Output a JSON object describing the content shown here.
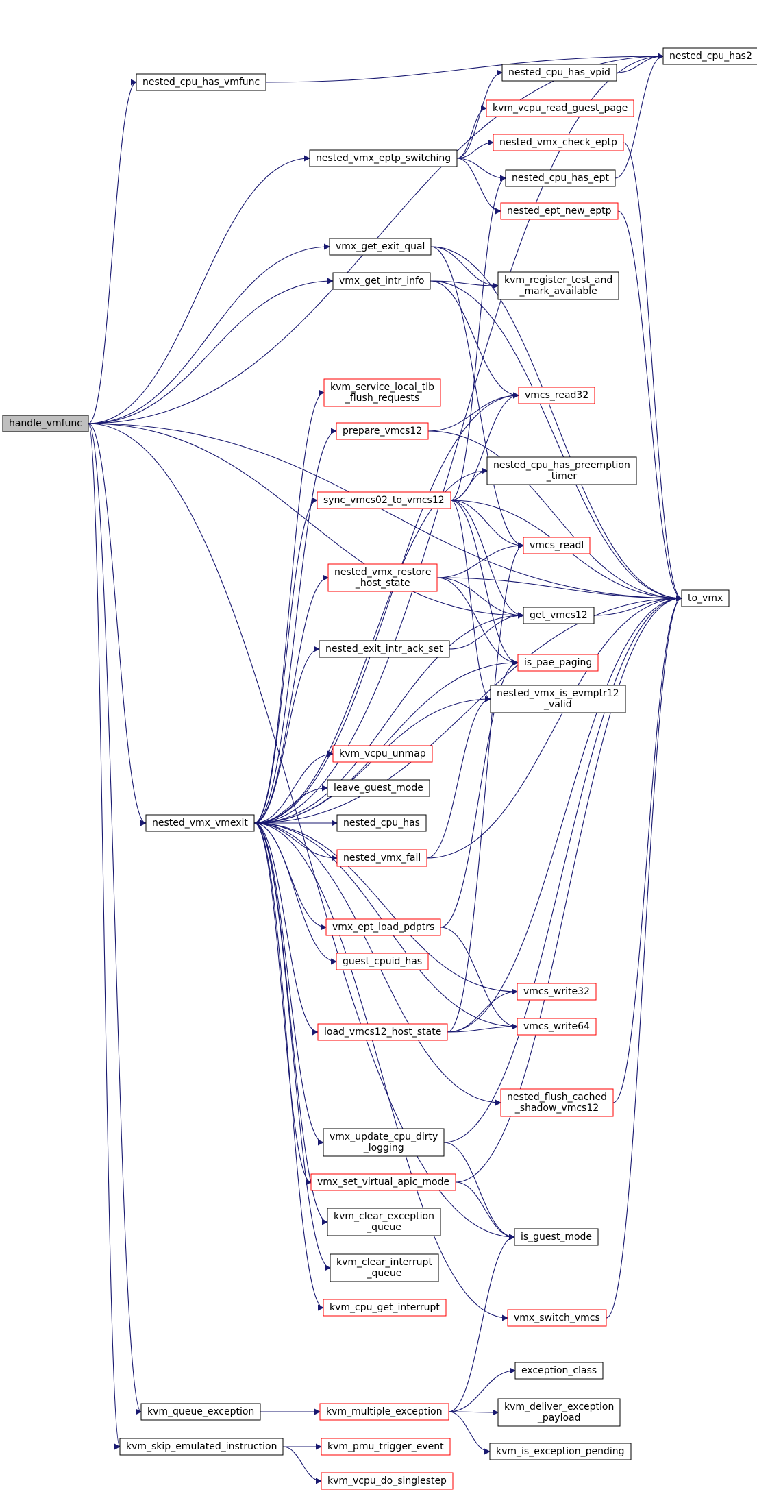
{
  "colors": {
    "edge": "#191970",
    "node_black": "#000000",
    "node_red": "#ff0000",
    "root_fill": "#bfbfbf",
    "node_fill": "#ffffff"
  },
  "nodes": {
    "handle_vmfunc": {
      "lines": [
        "handle_vmfunc"
      ],
      "border": "black",
      "root": true
    },
    "nested_cpu_has_vmfunc": {
      "lines": [
        "nested_cpu_has_vmfunc"
      ],
      "border": "black"
    },
    "nested_cpu_has2": {
      "lines": [
        "nested_cpu_has2"
      ],
      "border": "black"
    },
    "nested_cpu_has_vpid": {
      "lines": [
        "nested_cpu_has_vpid"
      ],
      "border": "black"
    },
    "kvm_vcpu_read_guest_page": {
      "lines": [
        "kvm_vcpu_read_guest_page"
      ],
      "border": "red"
    },
    "nested_vmx_check_eptp": {
      "lines": [
        "nested_vmx_check_eptp"
      ],
      "border": "red"
    },
    "nested_vmx_eptp_switching": {
      "lines": [
        "nested_vmx_eptp_switching"
      ],
      "border": "black"
    },
    "nested_cpu_has_ept": {
      "lines": [
        "nested_cpu_has_ept"
      ],
      "border": "black"
    },
    "nested_ept_new_eptp": {
      "lines": [
        "nested_ept_new_eptp"
      ],
      "border": "red"
    },
    "vmx_get_exit_qual": {
      "lines": [
        "vmx_get_exit_qual"
      ],
      "border": "black"
    },
    "vmx_get_intr_info": {
      "lines": [
        "vmx_get_intr_info"
      ],
      "border": "black"
    },
    "kvm_register_test_and_mark_available": {
      "lines": [
        "kvm_register_test_and",
        "_mark_available"
      ],
      "border": "black"
    },
    "kvm_service_local_tlb_flush_requests": {
      "lines": [
        "kvm_service_local_tlb",
        "_flush_requests"
      ],
      "border": "red"
    },
    "vmcs_read32": {
      "lines": [
        "vmcs_read32"
      ],
      "border": "red"
    },
    "prepare_vmcs12": {
      "lines": [
        "prepare_vmcs12"
      ],
      "border": "red"
    },
    "nested_cpu_has_preemption_timer": {
      "lines": [
        "nested_cpu_has_preemption",
        "_timer"
      ],
      "border": "black"
    },
    "sync_vmcs02_to_vmcs12": {
      "lines": [
        "sync_vmcs02_to_vmcs12"
      ],
      "border": "red"
    },
    "vmcs_readl": {
      "lines": [
        "vmcs_readl"
      ],
      "border": "red"
    },
    "nested_vmx_restore_host_state": {
      "lines": [
        "nested_vmx_restore",
        "_host_state"
      ],
      "border": "red"
    },
    "to_vmx": {
      "lines": [
        "to_vmx"
      ],
      "border": "black"
    },
    "get_vmcs12": {
      "lines": [
        "get_vmcs12"
      ],
      "border": "black"
    },
    "nested_exit_intr_ack_set": {
      "lines": [
        "nested_exit_intr_ack_set"
      ],
      "border": "black"
    },
    "is_pae_paging": {
      "lines": [
        "is_pae_paging"
      ],
      "border": "red"
    },
    "nested_vmx_is_evmptr12_valid": {
      "lines": [
        "nested_vmx_is_evmptr12",
        "_valid"
      ],
      "border": "black"
    },
    "kvm_vcpu_unmap": {
      "lines": [
        "kvm_vcpu_unmap"
      ],
      "border": "red"
    },
    "leave_guest_mode": {
      "lines": [
        "leave_guest_mode"
      ],
      "border": "black"
    },
    "nested_vmx_vmexit": {
      "lines": [
        "nested_vmx_vmexit"
      ],
      "border": "black"
    },
    "nested_cpu_has": {
      "lines": [
        "nested_cpu_has"
      ],
      "border": "black"
    },
    "nested_vmx_fail": {
      "lines": [
        "nested_vmx_fail"
      ],
      "border": "red"
    },
    "vmx_ept_load_pdptrs": {
      "lines": [
        "vmx_ept_load_pdptrs"
      ],
      "border": "red"
    },
    "guest_cpuid_has": {
      "lines": [
        "guest_cpuid_has"
      ],
      "border": "red"
    },
    "vmcs_write32": {
      "lines": [
        "vmcs_write32"
      ],
      "border": "red"
    },
    "load_vmcs12_host_state": {
      "lines": [
        "load_vmcs12_host_state"
      ],
      "border": "red"
    },
    "vmcs_write64": {
      "lines": [
        "vmcs_write64"
      ],
      "border": "red"
    },
    "nested_flush_cached_shadow_vmcs12": {
      "lines": [
        "nested_flush_cached",
        "_shadow_vmcs12"
      ],
      "border": "red"
    },
    "vmx_update_cpu_dirty_logging": {
      "lines": [
        "vmx_update_cpu_dirty",
        "_logging"
      ],
      "border": "black"
    },
    "vmx_set_virtual_apic_mode": {
      "lines": [
        "vmx_set_virtual_apic_mode"
      ],
      "border": "red"
    },
    "kvm_clear_exception_queue": {
      "lines": [
        "kvm_clear_exception",
        "_queue"
      ],
      "border": "black"
    },
    "is_guest_mode": {
      "lines": [
        "is_guest_mode"
      ],
      "border": "black"
    },
    "kvm_clear_interrupt_queue": {
      "lines": [
        "kvm_clear_interrupt",
        "_queue"
      ],
      "border": "black"
    },
    "kvm_cpu_get_interrupt": {
      "lines": [
        "kvm_cpu_get_interrupt"
      ],
      "border": "red"
    },
    "vmx_switch_vmcs": {
      "lines": [
        "vmx_switch_vmcs"
      ],
      "border": "red"
    },
    "exception_class": {
      "lines": [
        "exception_class"
      ],
      "border": "black"
    },
    "kvm_queue_exception": {
      "lines": [
        "kvm_queue_exception"
      ],
      "border": "black"
    },
    "kvm_multiple_exception": {
      "lines": [
        "kvm_multiple_exception"
      ],
      "border": "red"
    },
    "kvm_deliver_exception_payload": {
      "lines": [
        "kvm_deliver_exception",
        "_payload"
      ],
      "border": "black"
    },
    "kvm_skip_emulated_instruction": {
      "lines": [
        "kvm_skip_emulated_instruction"
      ],
      "border": "black"
    },
    "kvm_pmu_trigger_event": {
      "lines": [
        "kvm_pmu_trigger_event"
      ],
      "border": "red"
    },
    "kvm_is_exception_pending": {
      "lines": [
        "kvm_is_exception_pending"
      ],
      "border": "black"
    },
    "kvm_vcpu_do_singlestep": {
      "lines": [
        "kvm_vcpu_do_singlestep"
      ],
      "border": "red"
    }
  },
  "edges": [
    [
      "handle_vmfunc",
      "nested_cpu_has_vmfunc"
    ],
    [
      "handle_vmfunc",
      "nested_cpu_has2"
    ],
    [
      "handle_vmfunc",
      "nested_vmx_eptp_switching"
    ],
    [
      "handle_vmfunc",
      "vmx_get_exit_qual"
    ],
    [
      "handle_vmfunc",
      "vmx_get_intr_info"
    ],
    [
      "handle_vmfunc",
      "to_vmx"
    ],
    [
      "handle_vmfunc",
      "get_vmcs12"
    ],
    [
      "handle_vmfunc",
      "nested_vmx_vmexit"
    ],
    [
      "handle_vmfunc",
      "is_guest_mode"
    ],
    [
      "handle_vmfunc",
      "kvm_queue_exception"
    ],
    [
      "handle_vmfunc",
      "kvm_skip_emulated_instruction"
    ],
    [
      "nested_cpu_has_vmfunc",
      "nested_cpu_has2"
    ],
    [
      "nested_cpu_has_vpid",
      "nested_cpu_has2"
    ],
    [
      "nested_cpu_has_ept",
      "nested_cpu_has2"
    ],
    [
      "nested_vmx_eptp_switching",
      "nested_cpu_has_vpid"
    ],
    [
      "nested_vmx_eptp_switching",
      "kvm_vcpu_read_guest_page"
    ],
    [
      "nested_vmx_eptp_switching",
      "nested_vmx_check_eptp"
    ],
    [
      "nested_vmx_eptp_switching",
      "nested_cpu_has_ept"
    ],
    [
      "nested_vmx_eptp_switching",
      "nested_ept_new_eptp"
    ],
    [
      "nested_vmx_check_eptp",
      "to_vmx"
    ],
    [
      "nested_ept_new_eptp",
      "to_vmx"
    ],
    [
      "vmx_get_exit_qual",
      "kvm_register_test_and_mark_available"
    ],
    [
      "vmx_get_exit_qual",
      "to_vmx"
    ],
    [
      "vmx_get_exit_qual",
      "vmcs_readl"
    ],
    [
      "vmx_get_intr_info",
      "kvm_register_test_and_mark_available"
    ],
    [
      "vmx_get_intr_info",
      "to_vmx"
    ],
    [
      "vmx_get_intr_info",
      "vmcs_read32"
    ],
    [
      "nested_vmx_vmexit",
      "nested_cpu_has2"
    ],
    [
      "nested_vmx_vmexit",
      "kvm_service_local_tlb_flush_requests"
    ],
    [
      "nested_vmx_vmexit",
      "vmcs_read32"
    ],
    [
      "nested_vmx_vmexit",
      "prepare_vmcs12"
    ],
    [
      "nested_vmx_vmexit",
      "nested_cpu_has_preemption_timer"
    ],
    [
      "nested_vmx_vmexit",
      "sync_vmcs02_to_vmcs12"
    ],
    [
      "nested_vmx_vmexit",
      "nested_vmx_restore_host_state"
    ],
    [
      "nested_vmx_vmexit",
      "get_vmcs12"
    ],
    [
      "nested_vmx_vmexit",
      "nested_exit_intr_ack_set"
    ],
    [
      "nested_vmx_vmexit",
      "is_pae_paging"
    ],
    [
      "nested_vmx_vmexit",
      "nested_vmx_is_evmptr12_valid"
    ],
    [
      "nested_vmx_vmexit",
      "kvm_vcpu_unmap"
    ],
    [
      "nested_vmx_vmexit",
      "leave_guest_mode"
    ],
    [
      "nested_vmx_vmexit",
      "nested_cpu_has"
    ],
    [
      "nested_vmx_vmexit",
      "nested_vmx_fail"
    ],
    [
      "nested_vmx_vmexit",
      "to_vmx"
    ],
    [
      "nested_vmx_vmexit",
      "vmx_ept_load_pdptrs"
    ],
    [
      "nested_vmx_vmexit",
      "guest_cpuid_has"
    ],
    [
      "nested_vmx_vmexit",
      "vmcs_write32"
    ],
    [
      "nested_vmx_vmexit",
      "load_vmcs12_host_state"
    ],
    [
      "nested_vmx_vmexit",
      "vmcs_write64"
    ],
    [
      "nested_vmx_vmexit",
      "nested_flush_cached_shadow_vmcs12"
    ],
    [
      "nested_vmx_vmexit",
      "vmx_update_cpu_dirty_logging"
    ],
    [
      "nested_vmx_vmexit",
      "vmx_set_virtual_apic_mode"
    ],
    [
      "nested_vmx_vmexit",
      "kvm_clear_exception_queue"
    ],
    [
      "nested_vmx_vmexit",
      "kvm_clear_interrupt_queue"
    ],
    [
      "nested_vmx_vmexit",
      "kvm_cpu_get_interrupt"
    ],
    [
      "nested_vmx_vmexit",
      "vmx_switch_vmcs"
    ],
    [
      "prepare_vmcs12",
      "vmcs_read32"
    ],
    [
      "prepare_vmcs12",
      "to_vmx"
    ],
    [
      "sync_vmcs02_to_vmcs12",
      "vmcs_read32"
    ],
    [
      "sync_vmcs02_to_vmcs12",
      "nested_cpu_has_preemption_timer"
    ],
    [
      "sync_vmcs02_to_vmcs12",
      "nested_cpu_has_ept"
    ],
    [
      "sync_vmcs02_to_vmcs12",
      "vmcs_readl"
    ],
    [
      "sync_vmcs02_to_vmcs12",
      "to_vmx"
    ],
    [
      "sync_vmcs02_to_vmcs12",
      "get_vmcs12"
    ],
    [
      "sync_vmcs02_to_vmcs12",
      "is_pae_paging"
    ],
    [
      "sync_vmcs02_to_vmcs12",
      "nested_vmx_is_evmptr12_valid"
    ],
    [
      "nested_vmx_restore_host_state",
      "vmcs_readl"
    ],
    [
      "nested_vmx_restore_host_state",
      "to_vmx"
    ],
    [
      "nested_vmx_restore_host_state",
      "get_vmcs12"
    ],
    [
      "nested_vmx_restore_host_state",
      "is_pae_paging"
    ],
    [
      "get_vmcs12",
      "to_vmx"
    ],
    [
      "nested_exit_intr_ack_set",
      "get_vmcs12"
    ],
    [
      "nested_vmx_fail",
      "to_vmx"
    ],
    [
      "nested_vmx_fail",
      "nested_vmx_is_evmptr12_valid"
    ],
    [
      "vmx_ept_load_pdptrs",
      "is_pae_paging"
    ],
    [
      "vmx_ept_load_pdptrs",
      "vmcs_write64"
    ],
    [
      "load_vmcs12_host_state",
      "vmcs_write32"
    ],
    [
      "load_vmcs12_host_state",
      "vmcs_write64"
    ],
    [
      "load_vmcs12_host_state",
      "to_vmx"
    ],
    [
      "load_vmcs12_host_state",
      "vmcs_readl"
    ],
    [
      "nested_flush_cached_shadow_vmcs12",
      "to_vmx"
    ],
    [
      "vmx_update_cpu_dirty_logging",
      "is_guest_mode"
    ],
    [
      "vmx_update_cpu_dirty_logging",
      "to_vmx"
    ],
    [
      "vmx_set_virtual_apic_mode",
      "is_guest_mode"
    ],
    [
      "vmx_set_virtual_apic_mode",
      "to_vmx"
    ],
    [
      "vmx_switch_vmcs",
      "to_vmx"
    ],
    [
      "kvm_queue_exception",
      "kvm_multiple_exception"
    ],
    [
      "kvm_multiple_exception",
      "exception_class"
    ],
    [
      "kvm_multiple_exception",
      "kvm_deliver_exception_payload"
    ],
    [
      "kvm_multiple_exception",
      "kvm_is_exception_pending"
    ],
    [
      "kvm_multiple_exception",
      "is_guest_mode"
    ],
    [
      "kvm_skip_emulated_instruction",
      "kvm_pmu_trigger_event"
    ],
    [
      "kvm_skip_emulated_instruction",
      "kvm_vcpu_do_singlestep"
    ]
  ]
}
